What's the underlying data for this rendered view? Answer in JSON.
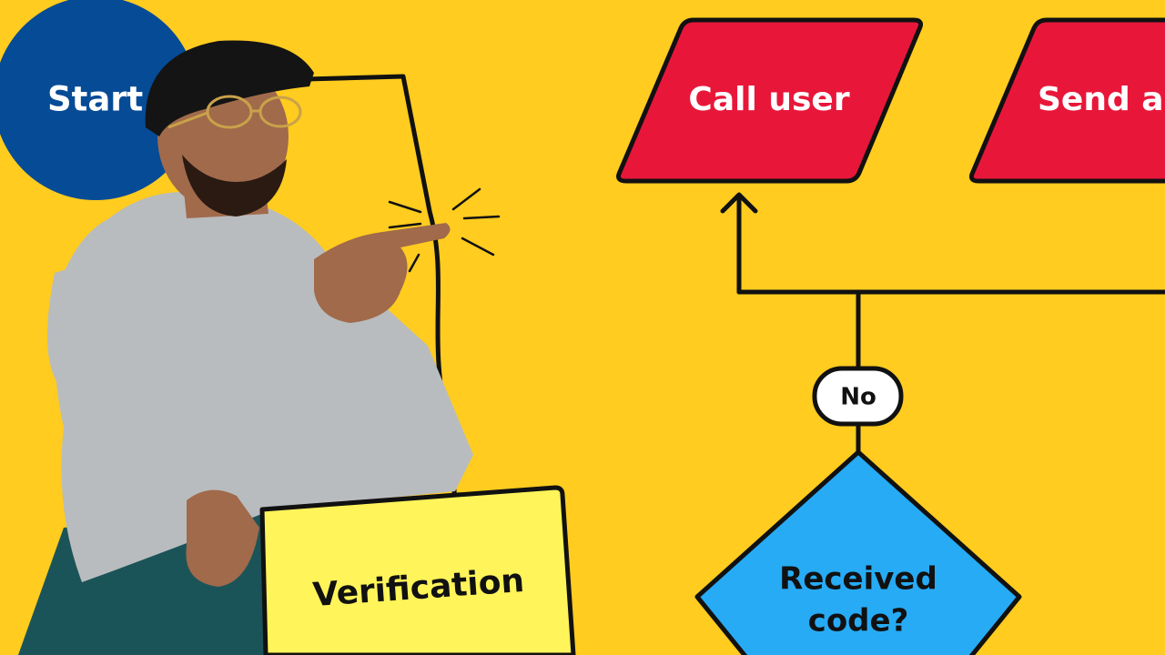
{
  "colors": {
    "background": "#FFCC1F",
    "start_circle": "#064B96",
    "action_parallelogram": "#E8173A",
    "decision_diamond": "#27ABF5",
    "sticky_note": "#FFF45A",
    "connector_line": "#111111",
    "pill_fill": "#FFFFFF",
    "hoodie": "#B9BCBE",
    "pants": "#1B5458",
    "skin": "#A06A4B",
    "cap": "#141414",
    "beard": "#2A1A12"
  },
  "nodes": {
    "start": {
      "label": "Start",
      "shape": "circle"
    },
    "call_user": {
      "label": "Call user",
      "shape": "parallelogram"
    },
    "send_action": {
      "label": "Send ac",
      "shape": "parallelogram"
    },
    "decision": {
      "label_line1": "Received",
      "label_line2": "code?",
      "shape": "diamond"
    },
    "verification": {
      "label": "Verification",
      "shape": "sticky-note"
    }
  },
  "edges": {
    "no_label": "No"
  },
  "icons": {
    "arrowhead": "arrow-up-icon",
    "person": "presenter-figure-icon",
    "sparkle": "pointing-sparkle-icon"
  }
}
